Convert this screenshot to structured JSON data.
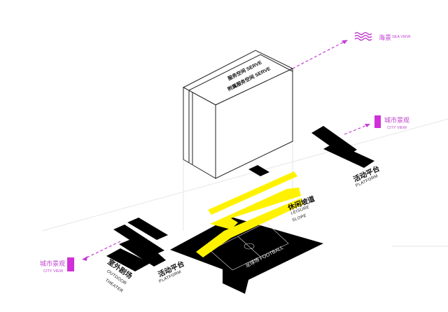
{
  "colors": {
    "accent": "#c23fd0",
    "highlight": "#fff200",
    "platform": "#000000",
    "line": "#222222"
  },
  "building": {
    "label_top": "服务空间 SERVE",
    "label_side": "附属服务空间 SERVE"
  },
  "sea_view": {
    "icon": "waves-icon",
    "cn": "海景",
    "en": "SEA VIEW"
  },
  "city_view_right": {
    "icon": "building-icon",
    "cn": "城市景观",
    "en": "CITY VIEW"
  },
  "city_view_left": {
    "icon": "building-icon",
    "cn": "城市景观",
    "en": "CITY VIEW"
  },
  "platform_right": {
    "cn": "活动平台",
    "en": "PLATFORM"
  },
  "platform_left": {
    "cn": "活动平台",
    "en": "PLATFORM"
  },
  "theater": {
    "cn": "室外剧场",
    "en1": "OUTDOOR",
    "en2": "THEATER"
  },
  "leisure": {
    "cn": "休闲坡道",
    "en1": "LEISURE",
    "en2": "SLOPE"
  },
  "football": {
    "label": "足球场 FOOTBALL"
  }
}
